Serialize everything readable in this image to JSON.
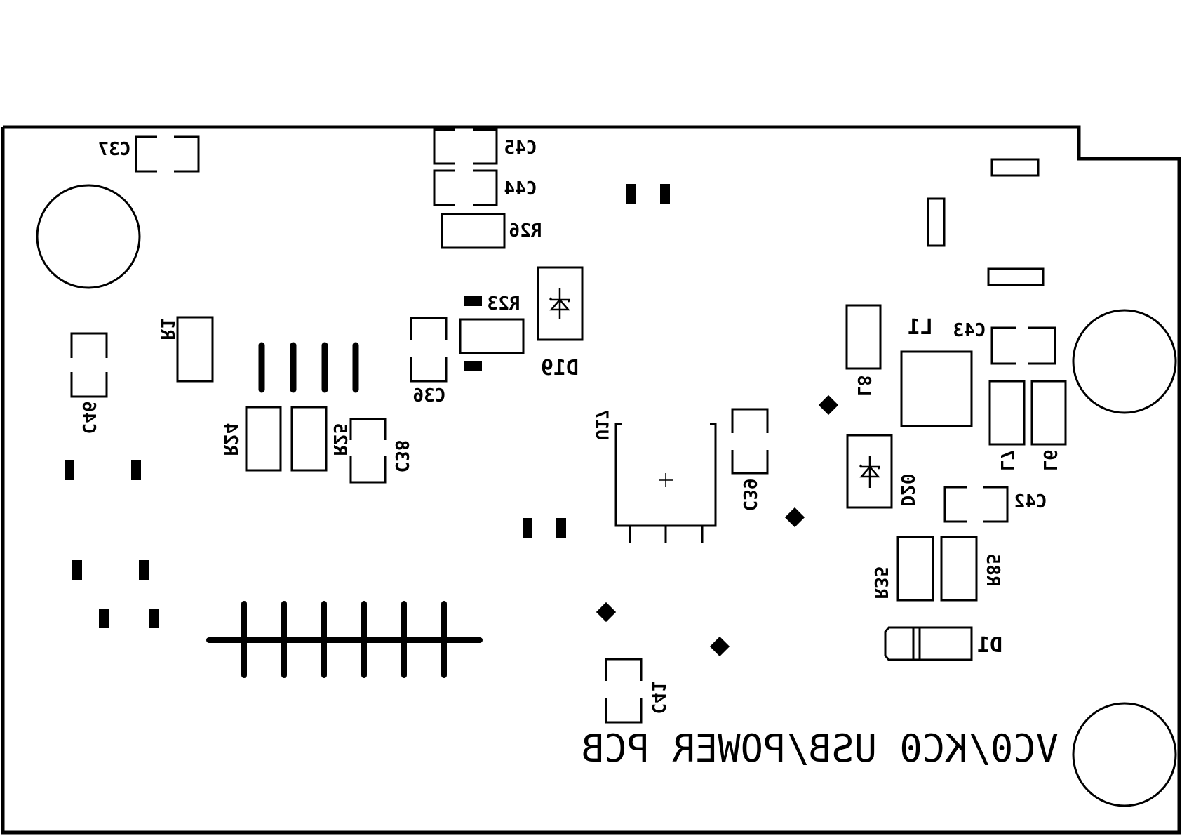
{
  "board": {
    "title": "VC0/KC0 USB/POWER PCB",
    "ink_color": "#000000",
    "paper_color": "#ffffff"
  },
  "labels": {
    "c37": "C37",
    "c45": "C45",
    "c44": "C44",
    "r26": "R26",
    "r23": "R23",
    "d19": "D19",
    "c36": "C36",
    "r1": "R1",
    "c46": "C46",
    "r24": "R24",
    "r25": "R25",
    "c38": "C38",
    "u17": "U17",
    "c39": "C39",
    "l8": "L8",
    "d20": "D20",
    "l1": "L1",
    "c43": "C43",
    "l7": "L7",
    "l6": "L6",
    "c42": "C42",
    "r35": "R35",
    "r85": "R85",
    "d1": "D1",
    "c41": "C41"
  }
}
